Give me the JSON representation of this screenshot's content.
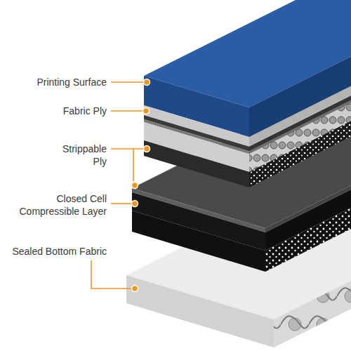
{
  "diagram": {
    "labels": [
      "Printing Surface",
      "Fabric Ply",
      "Strippable Ply",
      "Closed Cell Compressible Layer",
      "Sealed Bottom Fabric"
    ]
  }
}
